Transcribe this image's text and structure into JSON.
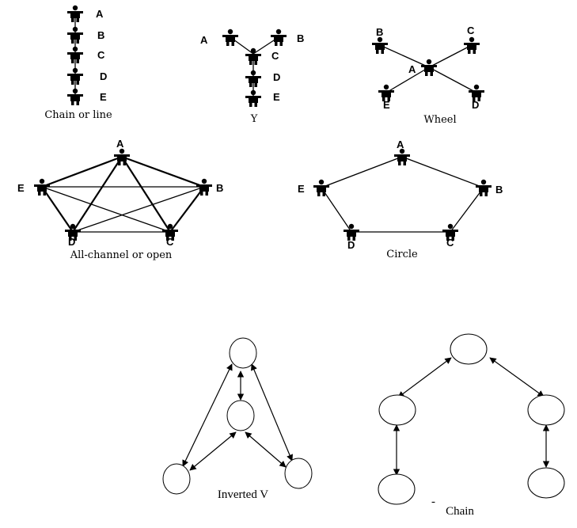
{
  "diagrams": {
    "chain_line": {
      "caption": "Chain or line",
      "labels": [
        "A",
        "B",
        "C",
        "D",
        "E"
      ]
    },
    "y": {
      "caption": "Y",
      "labels": [
        "A",
        "B",
        "C",
        "D",
        "E"
      ]
    },
    "wheel": {
      "caption": "Wheel",
      "labels": [
        "A",
        "B",
        "C",
        "D",
        "E"
      ]
    },
    "all_channel": {
      "caption": "All-channel or open",
      "labels": [
        "A",
        "B",
        "C",
        "D",
        "E"
      ]
    },
    "circle": {
      "caption": "Circle",
      "labels": [
        "A",
        "B",
        "C",
        "D",
        "E"
      ]
    },
    "inverted_v": {
      "caption": "Inverted V"
    },
    "chain": {
      "caption": "Chain",
      "mark": "-"
    }
  }
}
